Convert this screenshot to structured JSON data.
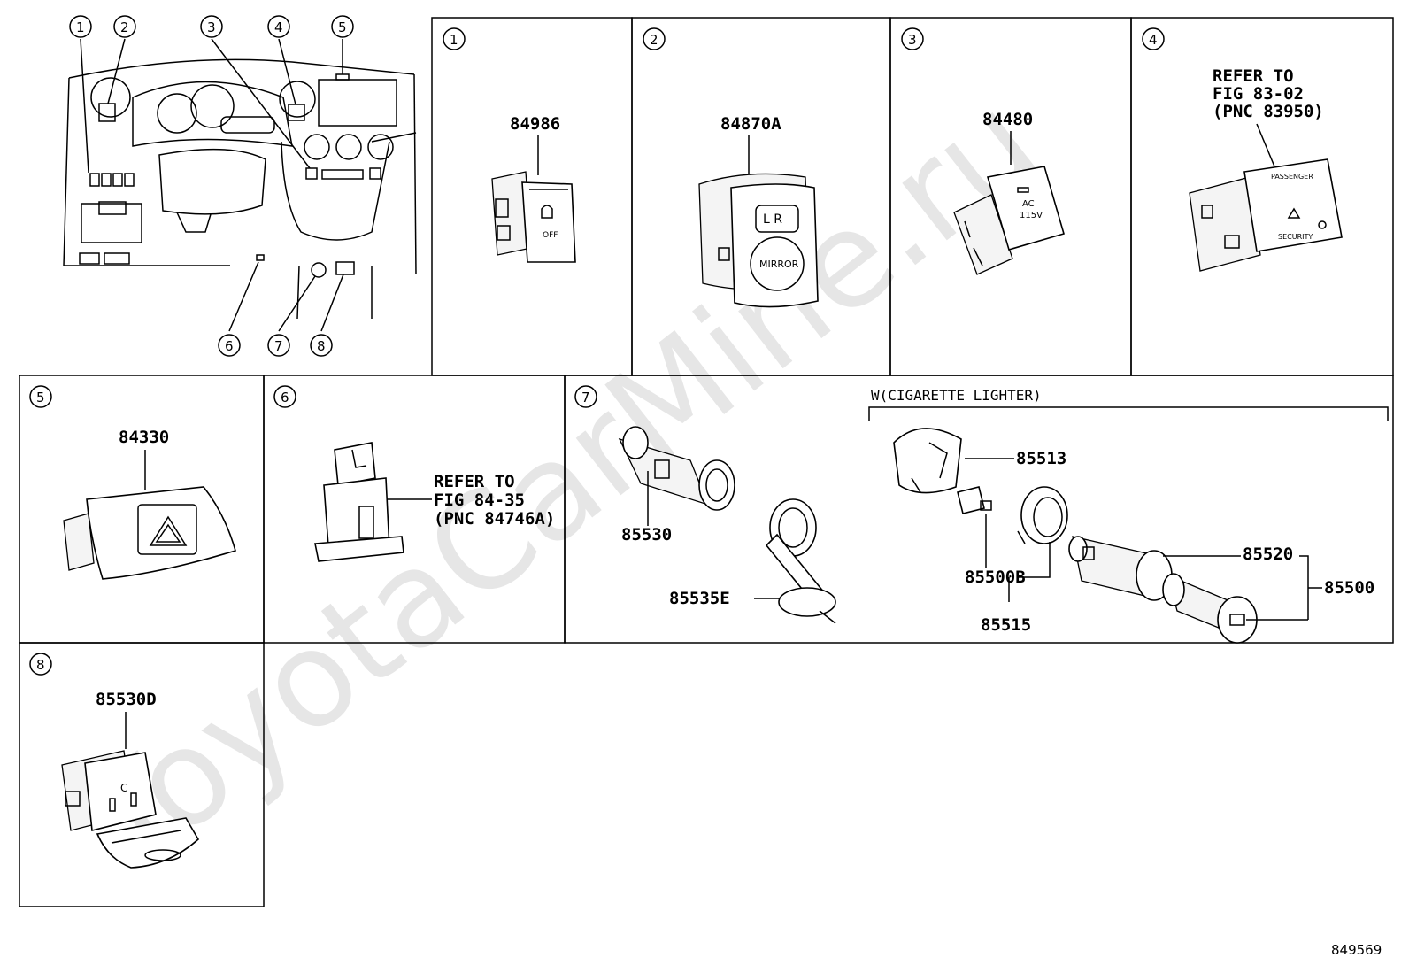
{
  "watermark": "ToyotaCarMine.ru",
  "figure_id": "849569",
  "overview_callouts": [
    "1",
    "2",
    "3",
    "4",
    "5",
    "6",
    "7",
    "8"
  ],
  "panels": [
    {
      "id": "1",
      "parts": [
        "84986"
      ]
    },
    {
      "id": "2",
      "parts": [
        "84870A"
      ],
      "switch_text": {
        "lr": "L  R",
        "mirror": "MIRROR"
      }
    },
    {
      "id": "3",
      "parts": [
        "84480"
      ],
      "switch_text": {
        "ac": "AC",
        "volt": "115V"
      }
    },
    {
      "id": "4",
      "refer": [
        "REFER TO",
        "FIG 83-02",
        "(PNC 83950)"
      ],
      "switch_text": {
        "passenger": "PASSENGER",
        "security": "SECURITY"
      }
    },
    {
      "id": "5",
      "parts": [
        "84330"
      ]
    },
    {
      "id": "6",
      "refer": [
        "REFER TO",
        "FIG 84-35",
        "(PNC 84746A)"
      ]
    },
    {
      "id": "7",
      "group_label": "W(CIGARETTE LIGHTER)",
      "parts": [
        "85530",
        "85535E",
        "85513",
        "85500B",
        "85515",
        "85520",
        "85500"
      ]
    },
    {
      "id": "8",
      "parts": [
        "85530D"
      ],
      "switch_text": {
        "c": "C"
      }
    }
  ]
}
